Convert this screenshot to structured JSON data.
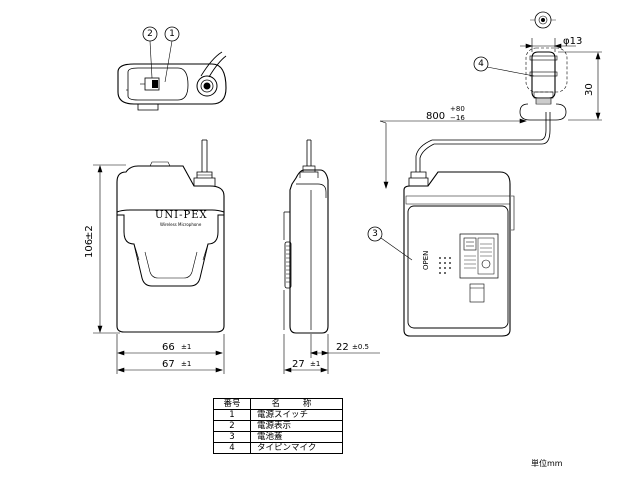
{
  "brand": {
    "name": "UNI-PEX",
    "subtitle": "Wireless Microphone"
  },
  "dimensions": {
    "height": "106",
    "height_tol": "±2",
    "width_inner": "66",
    "width_inner_tol": "±1",
    "width_outer": "67",
    "width_outer_tol": "±1",
    "depth_body": "27",
    "depth_body_tol": "±1",
    "depth_clip": "22",
    "depth_clip_tol": "±0.5",
    "mic_diameter": "φ13",
    "mic_height": "30",
    "cable_length": "800",
    "cable_tol_plus": "+80",
    "cable_tol_minus": "−16"
  },
  "callouts": [
    "1",
    "2",
    "3",
    "4"
  ],
  "cover_label": "OPEN",
  "table": {
    "header_no": "番号",
    "header_name": "名 称",
    "rows": [
      {
        "no": "1",
        "name": "電源スイッチ"
      },
      {
        "no": "2",
        "name": "電源表示"
      },
      {
        "no": "3",
        "name": "電池蓋"
      },
      {
        "no": "4",
        "name": "タイピンマイク"
      }
    ]
  },
  "unit_label": "単位mm"
}
